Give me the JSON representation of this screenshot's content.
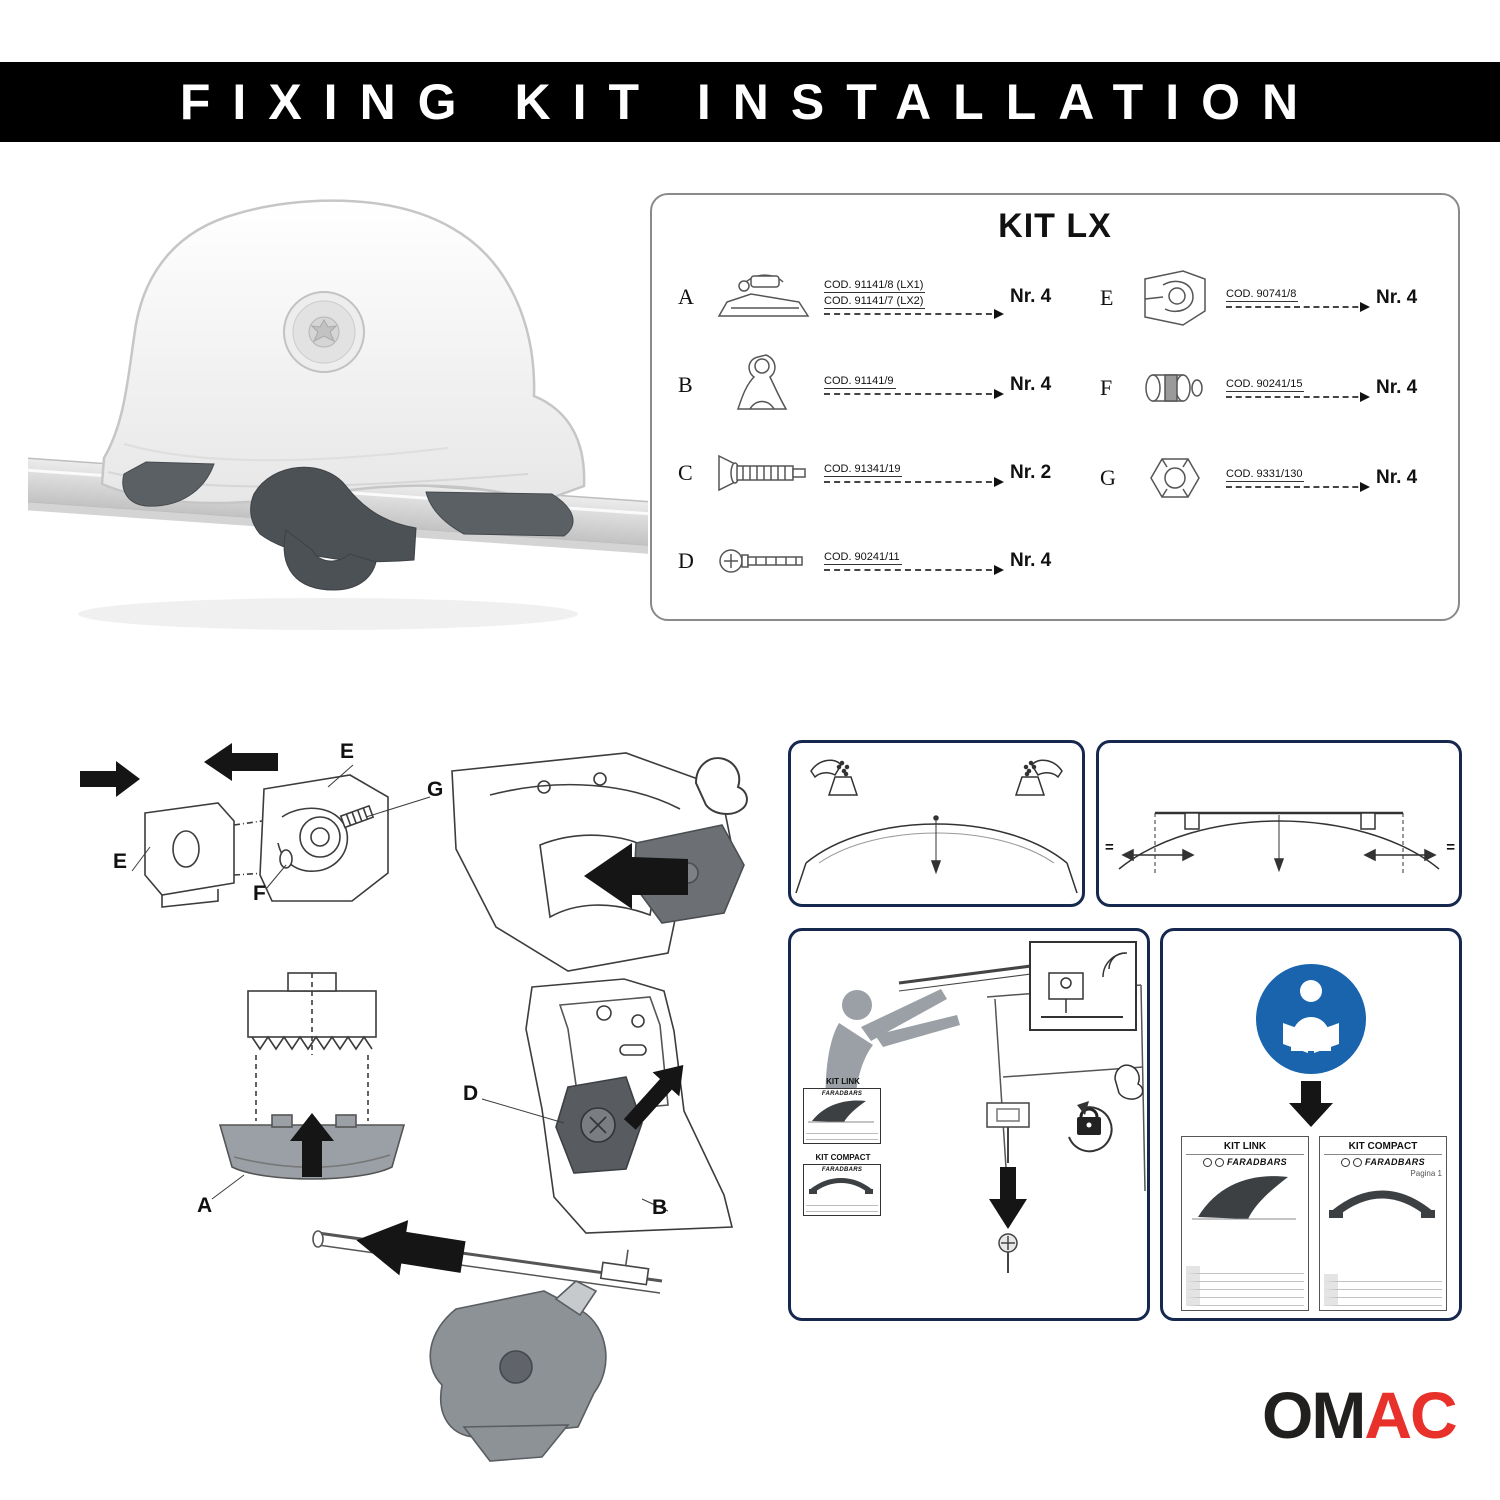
{
  "title": "FIXING KIT INSTALLATION",
  "kit_box": {
    "title": "KIT LX",
    "items_left": [
      {
        "letter": "A",
        "codes": [
          "COD. 91141/8 (LX1)",
          "COD. 91141/7 (LX2)"
        ],
        "qty": "Nr. 4"
      },
      {
        "letter": "B",
        "codes": [
          "COD. 91141/9"
        ],
        "qty": "Nr. 4"
      },
      {
        "letter": "C",
        "codes": [
          "COD. 91341/19"
        ],
        "qty": "Nr. 2"
      },
      {
        "letter": "D",
        "codes": [
          "COD. 90241/11"
        ],
        "qty": "Nr. 4"
      }
    ],
    "items_right": [
      {
        "letter": "E",
        "codes": [
          "COD. 90741/8"
        ],
        "qty": "Nr. 4"
      },
      {
        "letter": "F",
        "codes": [
          "COD. 90241/15"
        ],
        "qty": "Nr. 4"
      },
      {
        "letter": "G",
        "codes": [
          "COD. 9331/130"
        ],
        "qty": "Nr. 4"
      }
    ]
  },
  "diagram_labels": {
    "e_top": "E",
    "e_left": "E",
    "g": "G",
    "f": "F",
    "a": "A",
    "d": "D",
    "b": "B"
  },
  "panels": {
    "equals": "=",
    "kit_link": "KIT LINK",
    "kit_compact": "KIT COMPACT",
    "brand": "FARADBARS",
    "pagina": "Pagina 1"
  },
  "logo": {
    "left": "OM",
    "right": "AC"
  }
}
